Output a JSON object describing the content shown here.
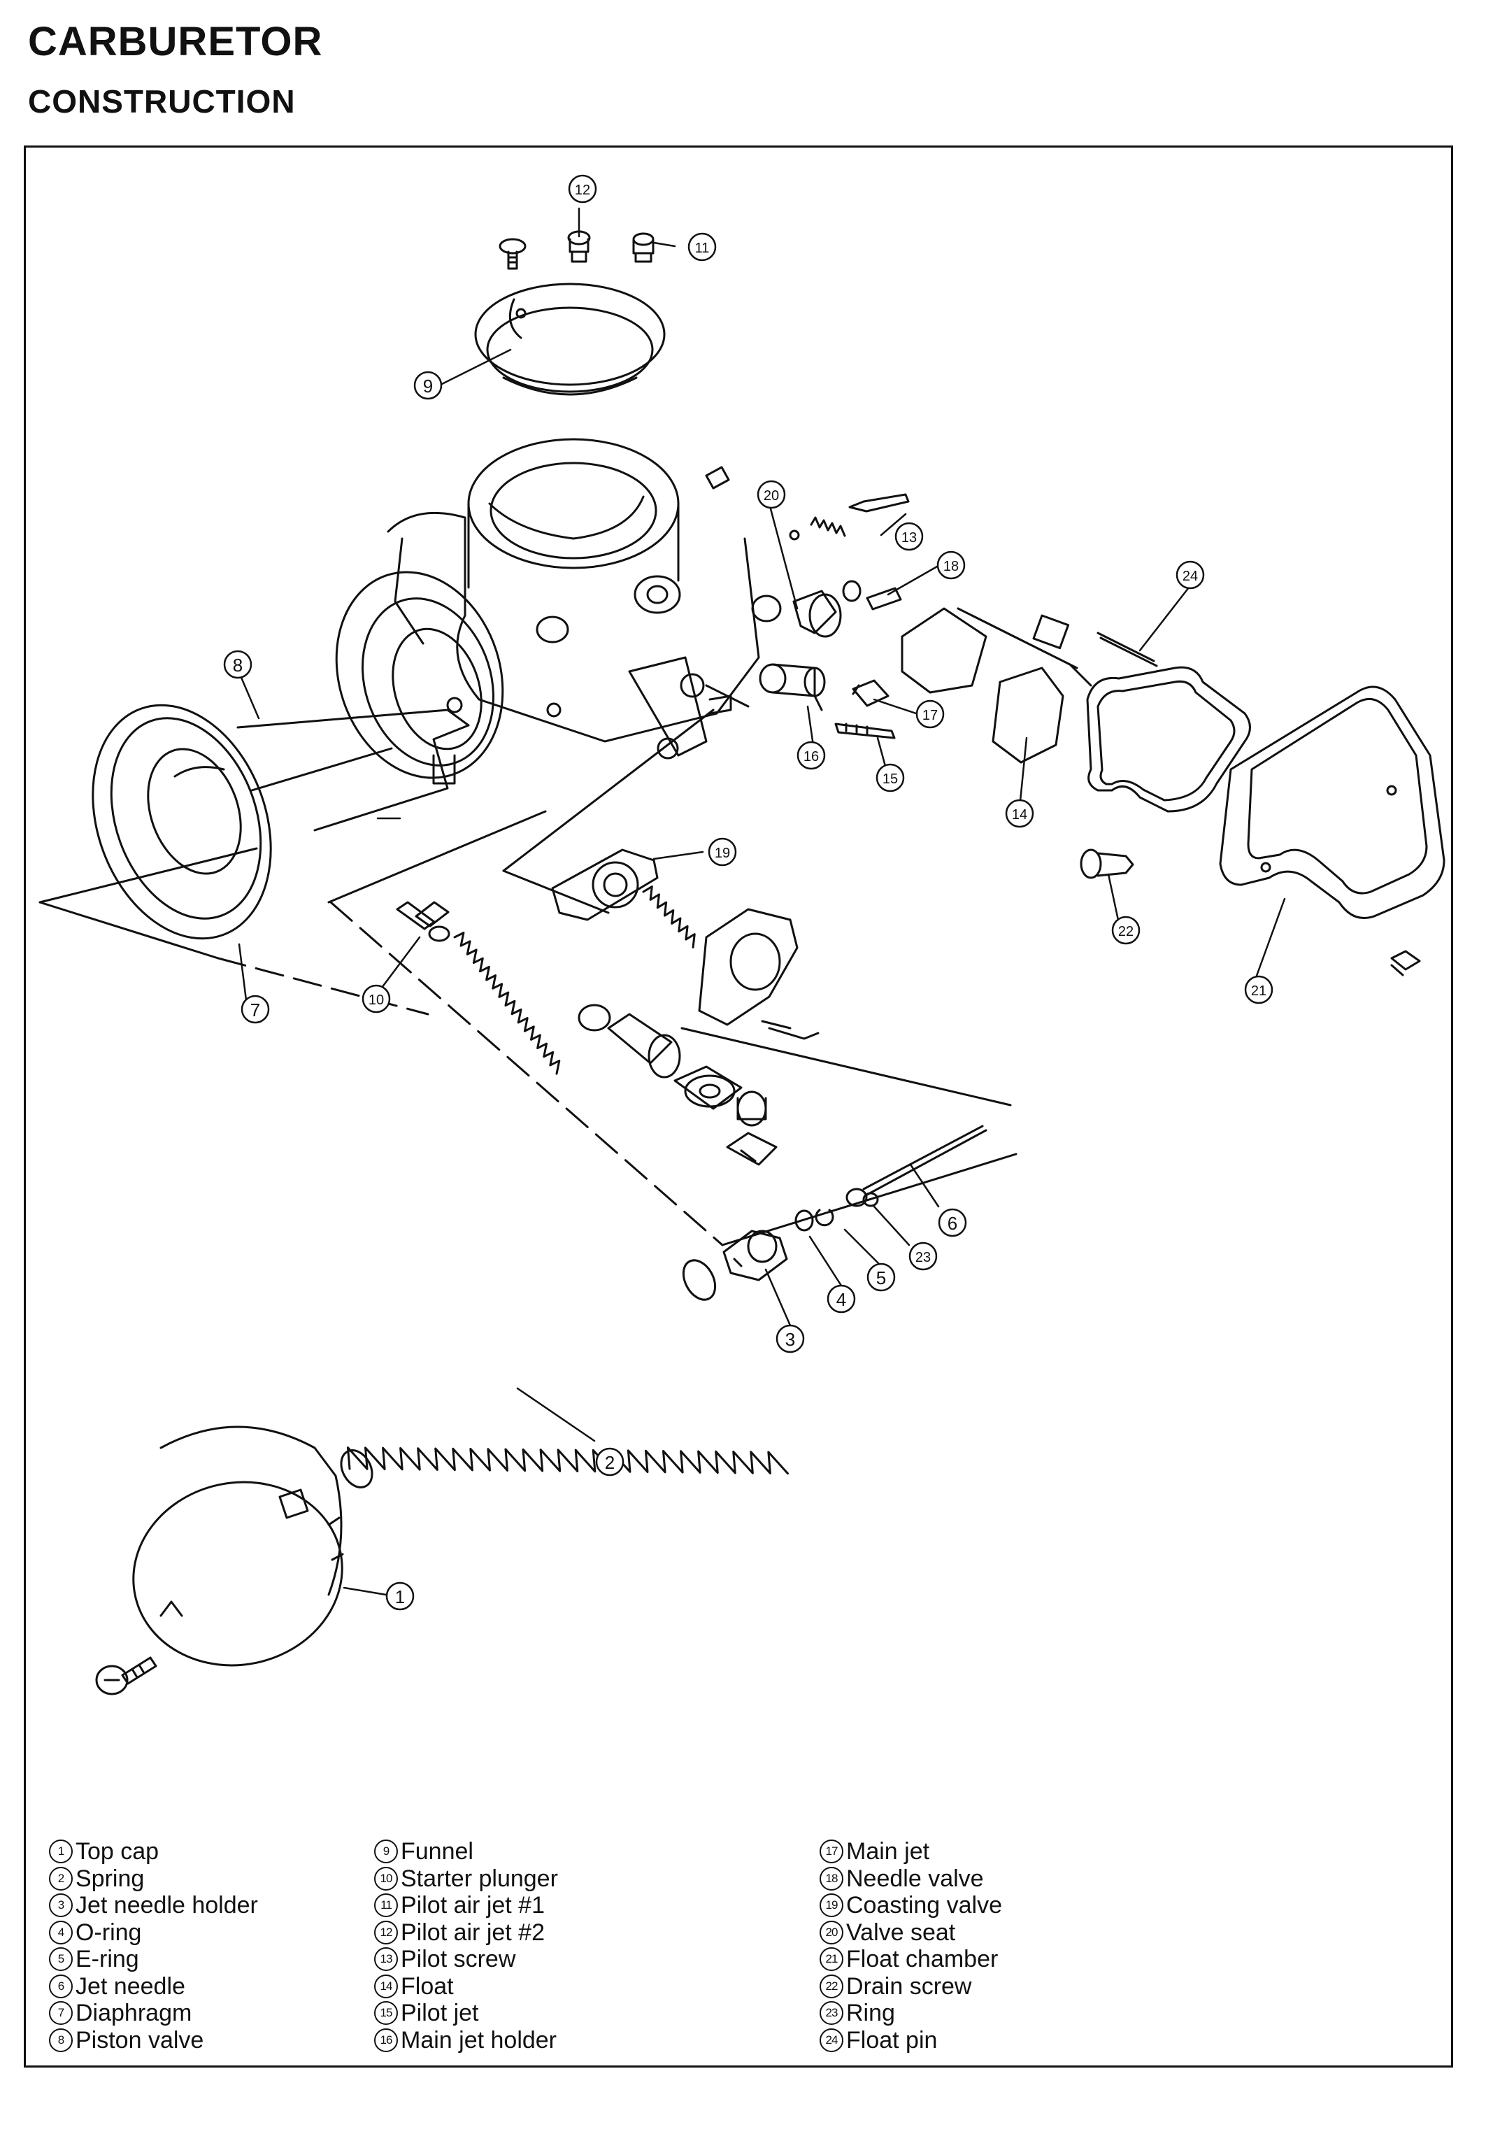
{
  "header": {
    "title": "CARBURETOR",
    "subtitle": "CONSTRUCTION"
  },
  "callouts": [
    "1",
    "2",
    "3",
    "4",
    "5",
    "6",
    "7",
    "8",
    "9",
    "10",
    "11",
    "12",
    "13",
    "14",
    "15",
    "16",
    "17",
    "18",
    "19",
    "20",
    "21",
    "22",
    "23",
    "24"
  ],
  "legend": {
    "col1": [
      {
        "num": "1",
        "label": "Top cap"
      },
      {
        "num": "2",
        "label": "Spring"
      },
      {
        "num": "3",
        "label": "Jet needle holder"
      },
      {
        "num": "4",
        "label": "O-ring"
      },
      {
        "num": "5",
        "label": "E-ring"
      },
      {
        "num": "6",
        "label": "Jet needle"
      },
      {
        "num": "7",
        "label": "Diaphragm"
      },
      {
        "num": "8",
        "label": "Piston valve"
      }
    ],
    "col2": [
      {
        "num": "9",
        "label": "Funnel"
      },
      {
        "num": "10",
        "label": "Starter plunger"
      },
      {
        "num": "11",
        "label": "Pilot air jet #1"
      },
      {
        "num": "12",
        "label": "Pilot air jet #2"
      },
      {
        "num": "13",
        "label": "Pilot screw"
      },
      {
        "num": "14",
        "label": "Float"
      },
      {
        "num": "15",
        "label": "Pilot jet"
      },
      {
        "num": "16",
        "label": "Main jet holder"
      }
    ],
    "col3": [
      {
        "num": "17",
        "label": "Main jet"
      },
      {
        "num": "18",
        "label": "Needle valve"
      },
      {
        "num": "19",
        "label": "Coasting valve"
      },
      {
        "num": "20",
        "label": "Valve seat"
      },
      {
        "num": "21",
        "label": "Float chamber"
      },
      {
        "num": "22",
        "label": "Drain screw"
      },
      {
        "num": "23",
        "label": "Ring"
      },
      {
        "num": "24",
        "label": "Float pin"
      }
    ]
  }
}
